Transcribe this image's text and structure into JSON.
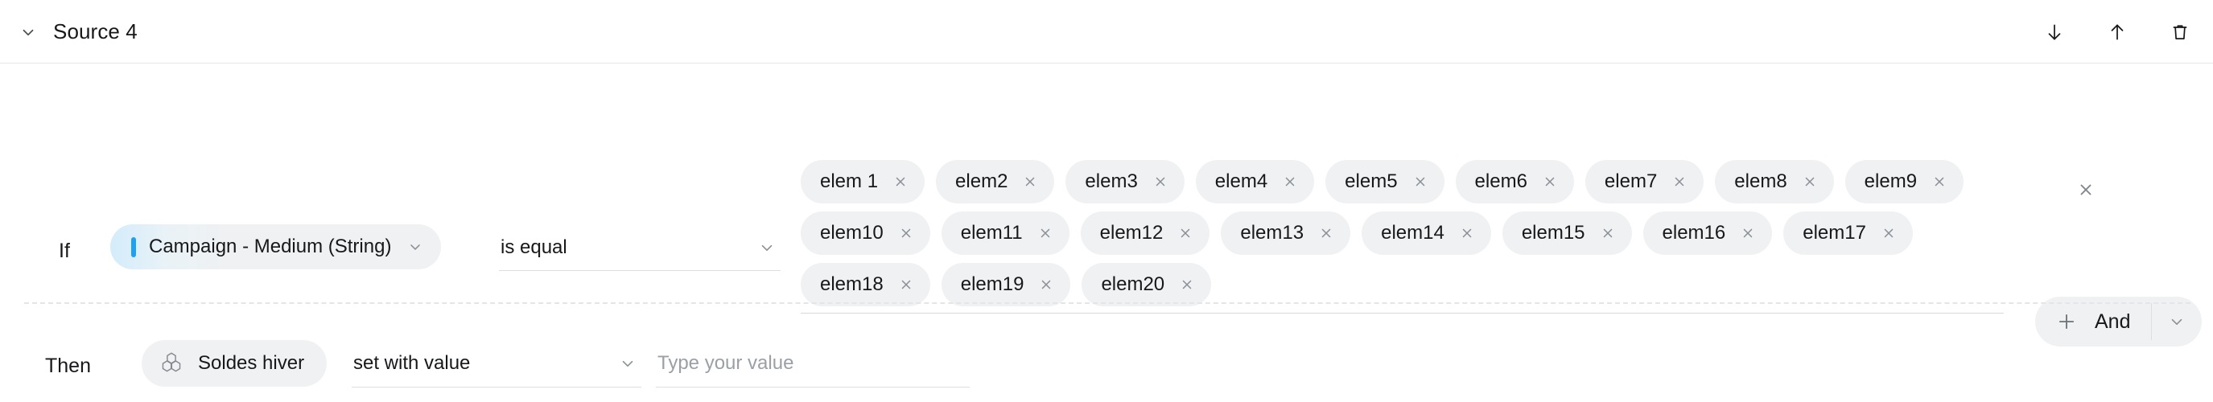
{
  "header": {
    "title": "Source 4",
    "collapse_icon": "chevron-down-icon",
    "actions": [
      {
        "name": "move-down-button",
        "icon": "arrow-down-icon"
      },
      {
        "name": "move-up-button",
        "icon": "arrow-up-icon"
      },
      {
        "name": "delete-button",
        "icon": "trash-icon"
      }
    ]
  },
  "if_clause": {
    "label": "If",
    "field": {
      "value": "Campaign - Medium (String)",
      "marker_color": "#1ea1f2",
      "caret_icon": "chevron-down-icon"
    },
    "operator": {
      "value": "is equal",
      "caret_icon": "chevron-down-icon"
    },
    "values": {
      "chips": [
        "elem 1",
        "elem2",
        "elem3",
        "elem4",
        "elem5",
        "elem6",
        "elem7",
        "elem8",
        "elem9",
        "elem10",
        "elem11",
        "elem12",
        "elem13",
        "elem14",
        "elem15",
        "elem16",
        "elem17",
        "elem18",
        "elem19",
        "elem20"
      ],
      "chip_remove_icon": "close-icon",
      "clear_all_icon": "close-icon"
    },
    "add_condition": {
      "label": "And",
      "plus_icon": "plus-icon",
      "caret_icon": "chevron-down-icon"
    }
  },
  "then_clause": {
    "label": "Then",
    "target": {
      "value": "Soldes hiver",
      "icon": "hexagon-cluster-icon"
    },
    "action": {
      "value": "set with value",
      "caret_icon": "chevron-down-icon"
    },
    "value_field": {
      "value": "",
      "placeholder": "Type your value"
    }
  },
  "colors": {
    "accent": "#1ea1f2",
    "chip_bg": "#f0f1f2",
    "border": "#dcdee0",
    "text": "#17181a",
    "muted_text": "#9aa0a6"
  }
}
